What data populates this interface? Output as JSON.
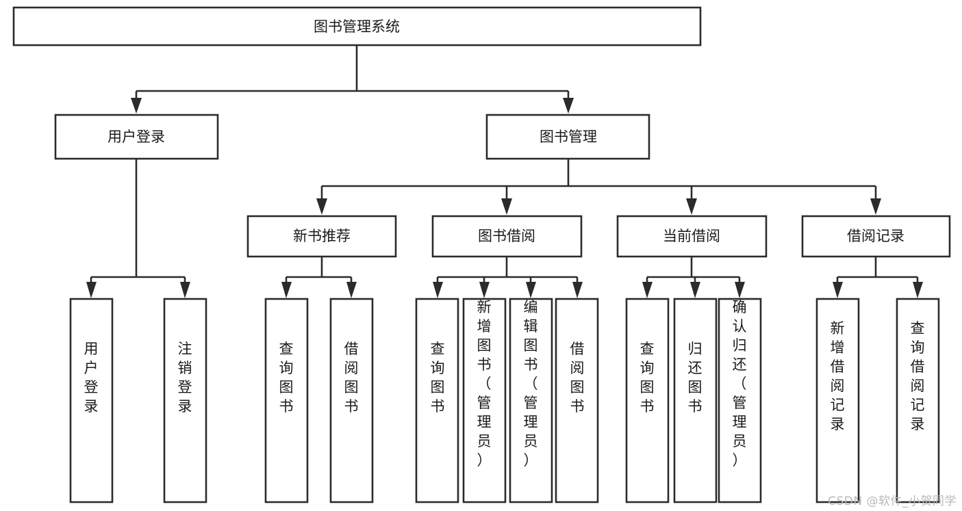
{
  "diagram": {
    "type": "tree",
    "title": "图书管理系统",
    "watermark": "CSDN @软件_小贺同学",
    "colors": {
      "stroke": "#2b2b2b",
      "fill": "#ffffff",
      "text": "#1a1a1a",
      "watermark": "#b9b9b9",
      "background": "#ffffff"
    },
    "root": {
      "label": "图书管理系统"
    },
    "level2": [
      {
        "label": "用户登录"
      },
      {
        "label": "图书管理"
      }
    ],
    "level3": [
      {
        "label": "新书推荐"
      },
      {
        "label": "图书借阅"
      },
      {
        "label": "当前借阅"
      },
      {
        "label": "借阅记录"
      }
    ],
    "leaves": {
      "user_login": [
        {
          "label": "用户登录"
        },
        {
          "label": "注销登录"
        }
      ],
      "new_book": [
        {
          "label": "查询图书"
        },
        {
          "label": "借阅图书"
        }
      ],
      "book_borrow": [
        {
          "label": "查询图书"
        },
        {
          "label": "新增图书（管理员）"
        },
        {
          "label": "编辑图书（管理员）"
        },
        {
          "label": "借阅图书"
        }
      ],
      "current_borrow": [
        {
          "label": "查询图书"
        },
        {
          "label": "归还图书"
        },
        {
          "label": "确认归还（管理员）"
        }
      ],
      "borrow_record": [
        {
          "label": "新增借阅记录"
        },
        {
          "label": "查询借阅记录"
        }
      ]
    }
  }
}
